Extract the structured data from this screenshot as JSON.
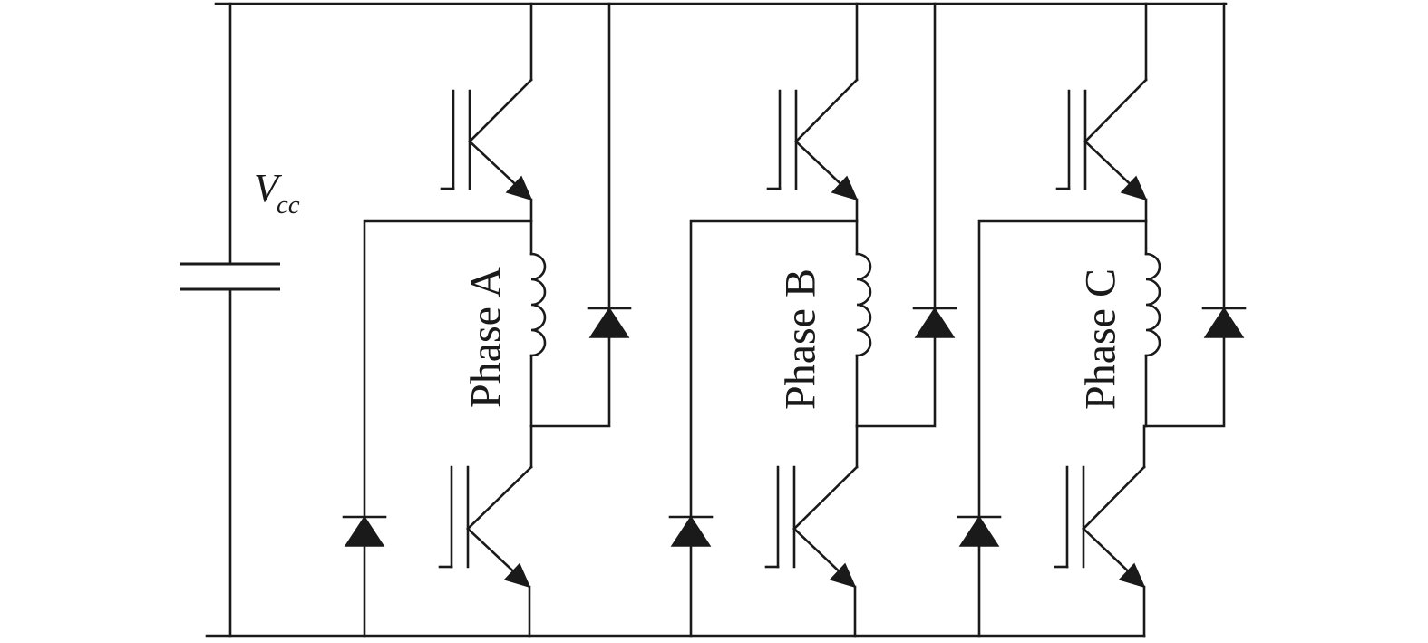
{
  "supply": {
    "symbol": "V",
    "subscript": "cc"
  },
  "phases": [
    {
      "label": "Phase A"
    },
    {
      "label": "Phase B"
    },
    {
      "label": "Phase C"
    }
  ],
  "colors": {
    "ink": "#1a1a1a",
    "background": "#ffffff"
  }
}
